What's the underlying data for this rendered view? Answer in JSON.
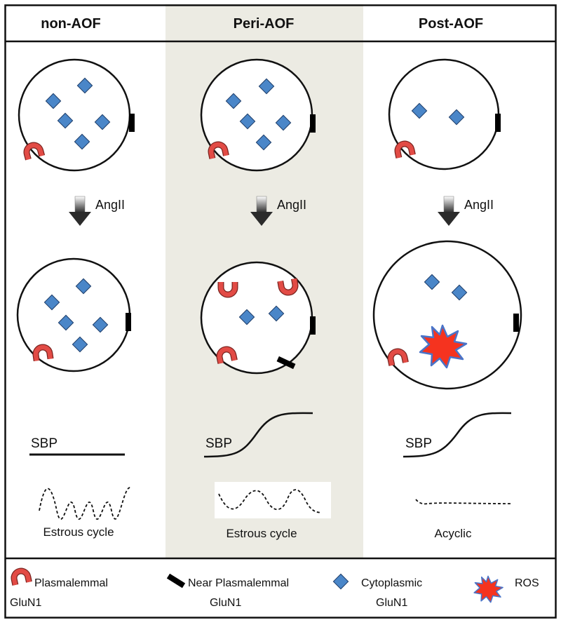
{
  "columns": [
    {
      "header": "non-AOF",
      "arrow_label": "AngII",
      "sbp_label": "SBP",
      "cycle_label": "Estrous cycle"
    },
    {
      "header": "Peri-AOF",
      "arrow_label": "AngII",
      "sbp_label": "SBP",
      "cycle_label": "Estrous cycle"
    },
    {
      "header": "Post-AOF",
      "arrow_label": "AngII",
      "sbp_label": "SBP",
      "cycle_label": "Acyclic"
    }
  ],
  "legend": {
    "plasmalemmal": {
      "line1": "Plasmalemmal",
      "line2": "GluN1",
      "icon": "red-horseshoe-icon"
    },
    "near_plasmalemmal": {
      "line1": "Near Plasmalemmal",
      "line2": "GluN1",
      "icon": "black-bar-icon"
    },
    "cytoplasmic": {
      "line1": "Cytoplasmic",
      "line2": "GluN1",
      "icon": "blue-diamond-icon"
    },
    "ros": {
      "line1": "ROS",
      "icon": "red-star-burst-icon"
    }
  },
  "colors": {
    "middle_panel_bg": "#ecebe3",
    "diamond": "#4a86c8",
    "horseshoe": "#e24b45",
    "ros": "#f5331f",
    "ros_outline": "#4a74c8"
  }
}
